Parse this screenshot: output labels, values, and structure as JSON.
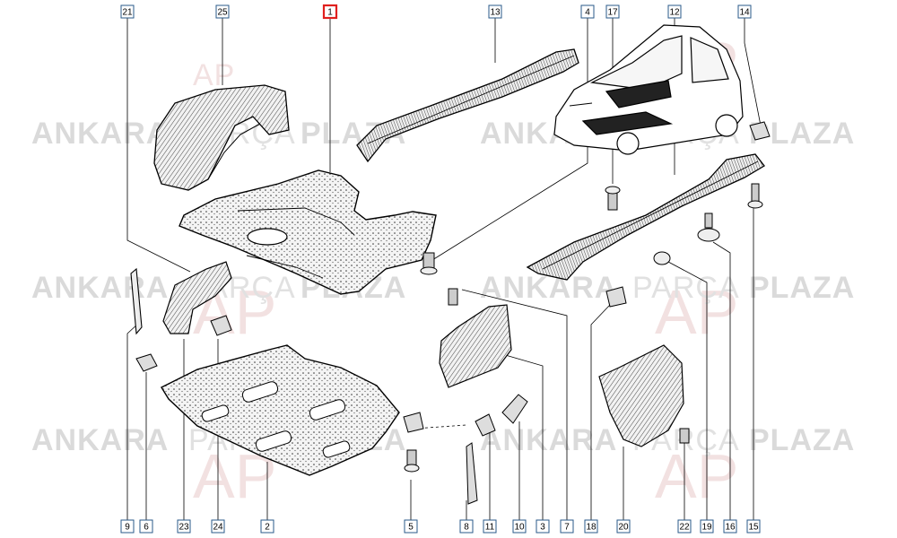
{
  "watermark": {
    "brand_1": "ANKARA",
    "brand_2": "PARÇA",
    "brand_3": "PLAZA",
    "logo": "AP"
  },
  "highlight_color": "#e0201e",
  "callouts_top": [
    {
      "id": "t21",
      "label": "21"
    },
    {
      "id": "t25",
      "label": "25"
    },
    {
      "id": "t1",
      "label": "1",
      "highlighted": true
    },
    {
      "id": "t13",
      "label": "13"
    },
    {
      "id": "t4",
      "label": "4"
    },
    {
      "id": "t17",
      "label": "17"
    },
    {
      "id": "t12",
      "label": "12"
    },
    {
      "id": "t14",
      "label": "14"
    }
  ],
  "callouts_bottom": [
    {
      "id": "b9",
      "label": "9"
    },
    {
      "id": "b6",
      "label": "6"
    },
    {
      "id": "b23",
      "label": "23"
    },
    {
      "id": "b24",
      "label": "24"
    },
    {
      "id": "b2",
      "label": "2"
    },
    {
      "id": "b5",
      "label": "5"
    },
    {
      "id": "b8",
      "label": "8"
    },
    {
      "id": "b11",
      "label": "11"
    },
    {
      "id": "b10",
      "label": "10"
    },
    {
      "id": "b3",
      "label": "3"
    },
    {
      "id": "b7",
      "label": "7"
    },
    {
      "id": "b18",
      "label": "18"
    },
    {
      "id": "b20",
      "label": "20"
    },
    {
      "id": "b22",
      "label": "22"
    },
    {
      "id": "b19",
      "label": "19"
    },
    {
      "id": "b16",
      "label": "16"
    },
    {
      "id": "b15",
      "label": "15"
    }
  ]
}
